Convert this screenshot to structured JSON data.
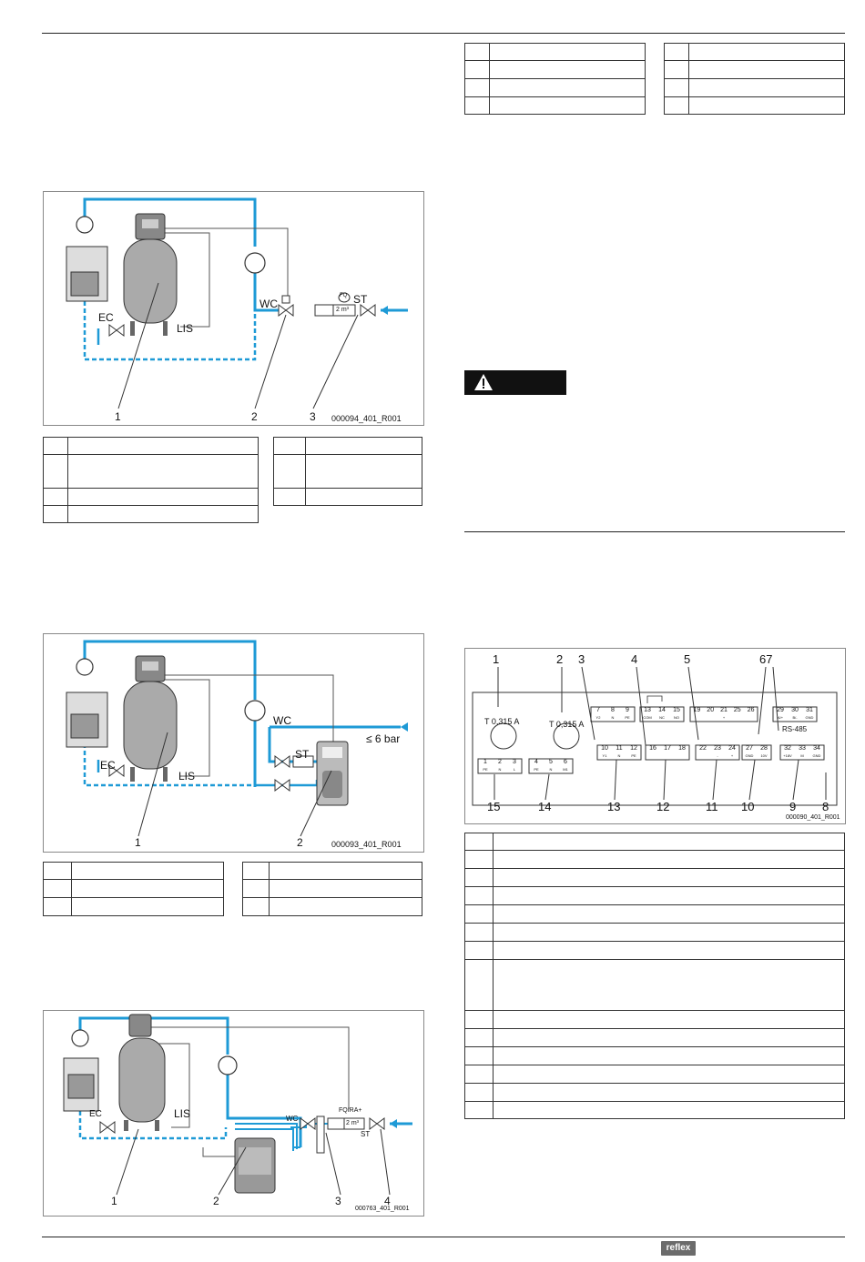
{
  "figure1": {
    "labels": {
      "wc": "WC",
      "ec": "EC",
      "lis": "LIS",
      "st": "ST",
      "fq": "FQ",
      "meter": "2 m³"
    },
    "callouts": [
      "1",
      "2",
      "3"
    ],
    "id": "000094_401_R001"
  },
  "figure2": {
    "labels": {
      "wc": "WC",
      "ec": "EC",
      "lis": "LIS",
      "st": "ST",
      "pressure": "≤ 6 bar"
    },
    "callouts": [
      "1",
      "2"
    ],
    "id": "000093_401_R001"
  },
  "figure3": {
    "labels": {
      "wc": "WC",
      "ec": "EC",
      "lis": "LIS",
      "st": "ST",
      "fqira": "FQIRA+",
      "meter": "2 m³"
    },
    "callouts": [
      "1",
      "2",
      "3",
      "4"
    ],
    "id": "000763_401_R001"
  },
  "terminal_figure": {
    "top_callouts": [
      "1",
      "2",
      "3",
      "4",
      "5",
      "67"
    ],
    "bottom_callouts": [
      "15",
      "14",
      "13",
      "12",
      "11",
      "10",
      "9",
      "8"
    ],
    "fuse_left": "T 0,315 A",
    "fuse_right": "T 0,315 A",
    "rs485": "RS-485",
    "id": "000090_401_R001",
    "blocks": [
      {
        "nums": [
          "7",
          "8",
          "9"
        ],
        "subs": [
          "Y2",
          "N",
          "PE"
        ]
      },
      {
        "nums": [
          "13",
          "14",
          "15"
        ],
        "subs": [
          "COM",
          "NC",
          "NO"
        ]
      },
      {
        "nums": [
          "19",
          "20",
          "21",
          "25",
          "26"
        ],
        "subs": [
          "",
          "",
          "+",
          "",
          ""
        ]
      },
      {
        "nums": [
          "29",
          "30",
          "31"
        ],
        "subs": [
          "A/+",
          "B/-",
          "GND"
        ]
      },
      {
        "nums": [
          "1",
          "2",
          "3"
        ],
        "subs": [
          "PE",
          "N",
          "L"
        ]
      },
      {
        "nums": [
          "4",
          "5",
          "6"
        ],
        "subs": [
          "PE",
          "N",
          "M1"
        ]
      },
      {
        "nums": [
          "10",
          "11",
          "12"
        ],
        "subs": [
          "Y1",
          "N",
          "PE"
        ]
      },
      {
        "nums": [
          "16",
          "17",
          "18"
        ],
        "subs": [
          "",
          "",
          ""
        ]
      },
      {
        "nums": [
          "22",
          "23",
          "24"
        ],
        "subs": [
          "",
          "-",
          "+"
        ]
      },
      {
        "nums": [
          "27",
          "28"
        ],
        "subs": [
          "GND",
          "10V"
        ]
      },
      {
        "nums": [
          "32",
          "33",
          "34"
        ],
        "subs": [
          "+18V",
          "M",
          "GND"
        ]
      }
    ]
  },
  "brand": {
    "logo_text": "reflex"
  }
}
